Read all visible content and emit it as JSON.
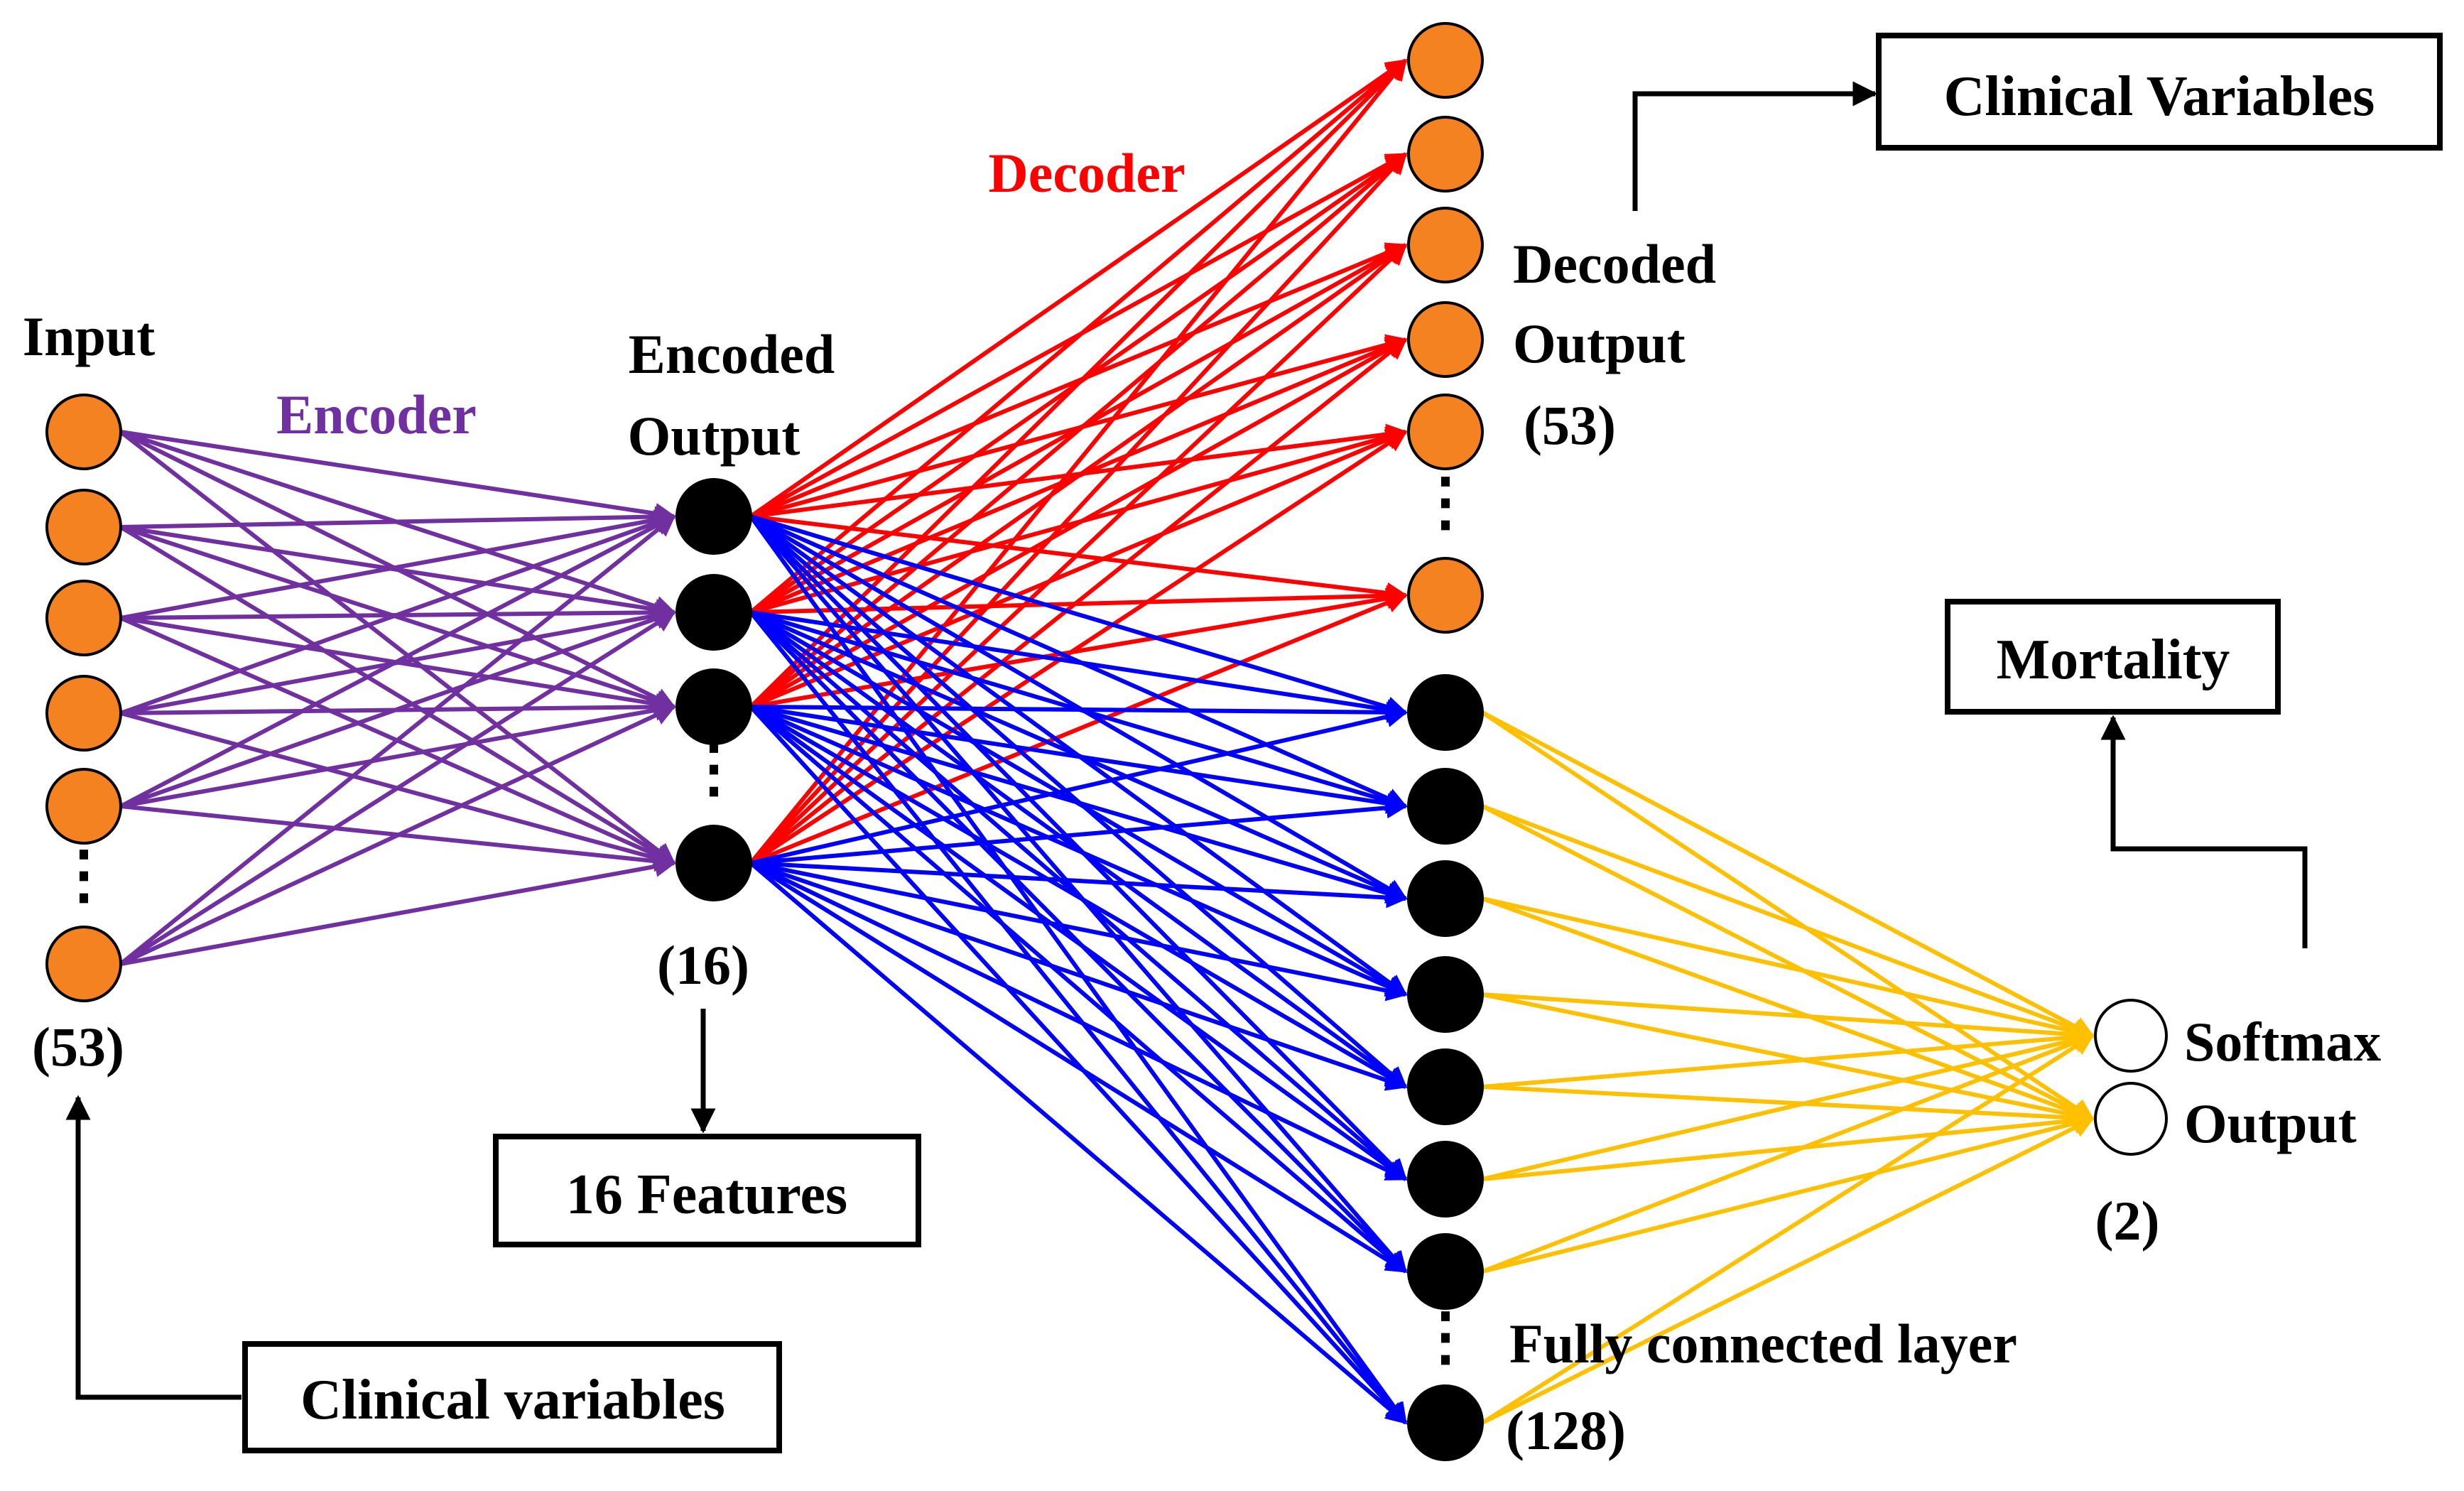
{
  "colors": {
    "encoder": "#7030A0",
    "decoder": "#FF0000",
    "blue": "#0000FF",
    "yellow": "#FFC000",
    "orange": "#F58220",
    "black": "#000000",
    "white": "#FFFFFF"
  },
  "labels": {
    "input": "Input",
    "input_count": "(53)",
    "encoder": "Encoder",
    "encoded_line1": "Encoded",
    "encoded_line2": "Output",
    "encoded_count": "(16)",
    "decoder": "Decoder",
    "decoded_line1": "Decoded",
    "decoded_line2": "Output",
    "decoded_count": "(53)",
    "fc_layer": "Fully connected layer",
    "fc_count": "(128)",
    "softmax_line1": "Softmax",
    "softmax_line2": "Output",
    "softmax_count": "(2)",
    "ellipsis": "⋮"
  },
  "boxes": {
    "clinical_variables_top": "Clinical Variables",
    "mortality": "Mortality",
    "features": "16 Features",
    "clinical_variables_bottom": "Clinical variables"
  }
}
